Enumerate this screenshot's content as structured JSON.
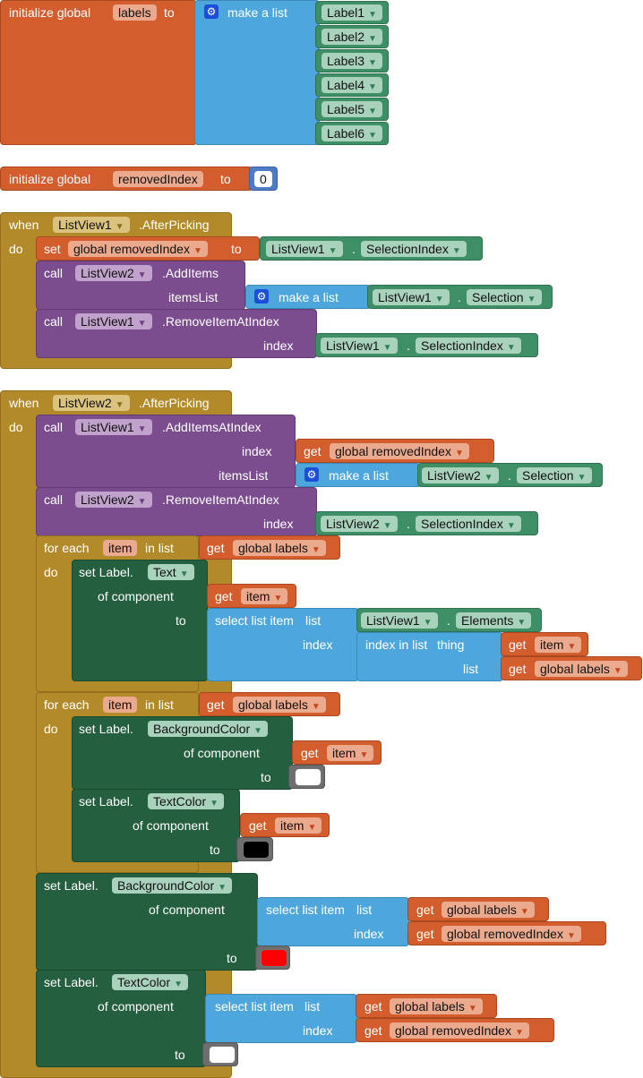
{
  "init_labels": {
    "prefix": "initialize global",
    "var": "labels",
    "to": "to",
    "make_list": "make a list",
    "items": [
      "Label1",
      "Label2",
      "Label3",
      "Label4",
      "Label5",
      "Label6"
    ]
  },
  "init_removed": {
    "prefix": "initialize global",
    "var": "removedIndex",
    "to": "to",
    "value": "0"
  },
  "event1": {
    "when": "when",
    "do": "do",
    "component": "ListView1",
    "event": ".AfterPicking",
    "set_kw": "set",
    "set_var": "global removedIndex",
    "set_to": "to",
    "sel_comp": "ListView1",
    "dot": ".",
    "sel_prop": "SelectionIndex",
    "call1_kw": "call",
    "call1_comp": "ListView2",
    "call1_method": ".AddItems",
    "call1_param": "itemsList",
    "make_list": "make a list",
    "ml_comp": "ListView1",
    "ml_prop": "Selection",
    "call2_kw": "call",
    "call2_comp": "ListView1",
    "call2_method": ".RemoveItemAtIndex",
    "call2_param": "index",
    "idx_comp": "ListView1",
    "idx_prop": "SelectionIndex"
  },
  "event2": {
    "when": "when",
    "do": "do",
    "component": "ListView2",
    "event": ".AfterPicking",
    "call1_kw": "call",
    "call1_comp": "ListView1",
    "call1_method": ".AddItemsAtIndex",
    "call1_param_index": "index",
    "get_kw": "get",
    "get_removed": "global removedIndex",
    "call1_param_items": "itemsList",
    "make_list": "make a list",
    "ml_comp": "ListView2",
    "ml_prop": "Selection",
    "call2_kw": "call",
    "call2_comp": "ListView2",
    "call2_method": ".RemoveItemAtIndex",
    "call2_param": "index",
    "idx_comp": "ListView2",
    "idx_prop": "SelectionIndex",
    "for_each": "for each",
    "item": "item",
    "in_list": "in list",
    "global_labels": "global labels",
    "set_label": "set Label.",
    "prop_text": "Text",
    "of_component": "of component",
    "to": "to",
    "select_list_item": "select list item",
    "list": "list",
    "index": "index",
    "elements_comp": "ListView1",
    "elements_prop": "Elements",
    "index_in_list": "index in list",
    "thing": "thing",
    "prop_bg": "BackgroundColor",
    "prop_textcolor": "TextColor",
    "colors": {
      "white": "#ffffff",
      "black": "#000000",
      "red": "#ff0000"
    }
  }
}
